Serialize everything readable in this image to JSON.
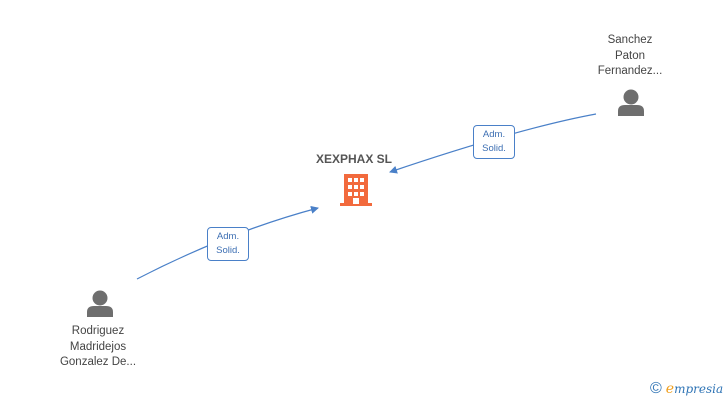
{
  "company": {
    "name": "XEXPHAX SL",
    "icon": "building-icon",
    "color": "#f26a3d"
  },
  "persons": [
    {
      "id": "sanchez",
      "name_lines": [
        "Sanchez",
        "Paton",
        "Fernandez..."
      ],
      "icon": "person-icon"
    },
    {
      "id": "rodriguez",
      "name_lines": [
        "Rodriguez",
        "Madridejos",
        "Gonzalez De..."
      ],
      "icon": "person-icon"
    }
  ],
  "relations": [
    {
      "from": "sanchez",
      "to": "company",
      "label_lines": [
        "Adm.",
        "Solid."
      ]
    },
    {
      "from": "rodriguez",
      "to": "company",
      "label_lines": [
        "Adm.",
        "Solid."
      ]
    }
  ],
  "watermark": {
    "symbol": "©",
    "brand_first": "e",
    "brand_rest": "mpresia"
  },
  "colors": {
    "edge": "#4a80c8",
    "person": "#6e6e6e",
    "building": "#f26a3d"
  }
}
